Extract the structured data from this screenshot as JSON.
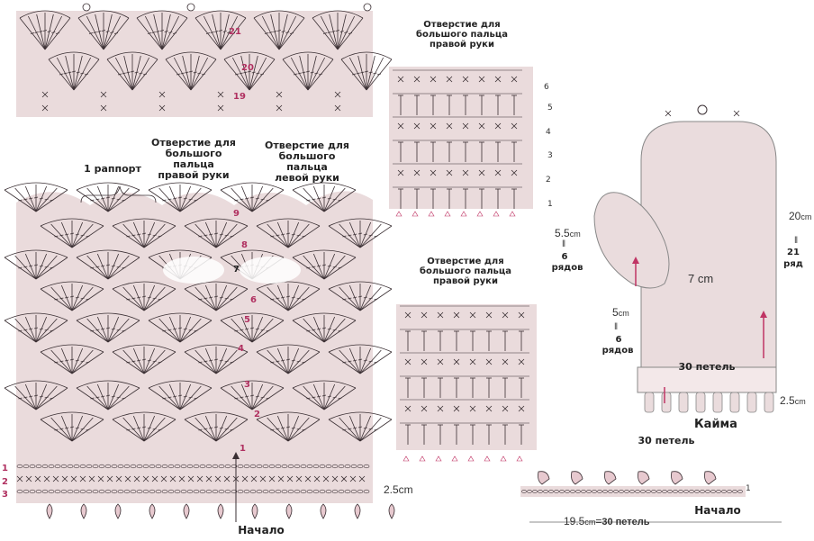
{
  "main_chart": {
    "label_rapport": "1 раппорт",
    "label_thumb_right": "Отверстие для\nбольшого пальца\nправой руки",
    "label_thumb_left": "Отверстие для\nбольшого пальца\nлевой руки",
    "label_start": "Начало",
    "dim_edge": "2.5cm",
    "top_rows": [
      "21",
      "20",
      "19"
    ],
    "body_rows": [
      "9",
      "8",
      "7",
      "6",
      "5",
      "4",
      "3",
      "2",
      "1"
    ],
    "edge_rows": [
      "1",
      "2",
      "3"
    ]
  },
  "chart_right_hand_top": {
    "title": "Отверстие для\nбольшого пальца\nправой руки",
    "rows": [
      "6",
      "5",
      "4",
      "3",
      "2",
      "1"
    ]
  },
  "chart_right_hand_bottom": {
    "title": "Отверстие для\nбольшого пальца\nправой руки"
  },
  "mitten": {
    "height_cm": "20",
    "height_rows": "21",
    "height_rows_word": "ряд",
    "thumb_len_cm": "5.5",
    "thumb_rows": "6",
    "thumb_rows_word": "рядов",
    "thumb_width_cm": "7",
    "lower_cm": "5",
    "lower_rows": "6",
    "lower_rows_word": "рядов",
    "stitches": "30 петель",
    "edge_cm": "2.5",
    "border_title": "Кайма",
    "border_stitches": "30 петель"
  },
  "border_chart": {
    "row": "1",
    "label_start": "Начало",
    "width_cm": "19.5",
    "width_eq": "=",
    "width_stitches": "30 петель"
  },
  "colors": {
    "chart_bg": "#eadbdc",
    "line": "#3a2f33",
    "accent": "#c03464",
    "mitten_fill": "#eadcdd"
  }
}
